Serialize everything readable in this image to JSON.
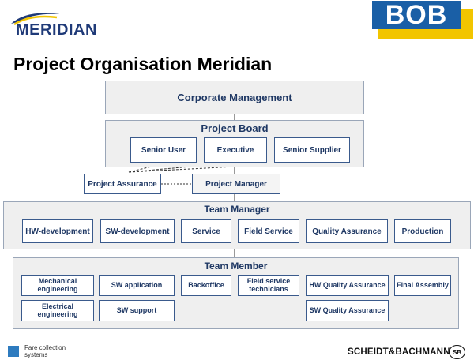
{
  "header": {
    "logo_text": "MERIDIAN",
    "badge_text": "BOB",
    "title": "Project Organisation Meridian"
  },
  "colors": {
    "box_border": "#3a5a8c",
    "box_text": "#1f3864",
    "panel_bg": "#efefef",
    "badge_blue": "#1a5fa6",
    "badge_yellow": "#f2c500",
    "footer_square": "#2e7bbf"
  },
  "org": {
    "corporate_management": "Corporate Management",
    "project_board": {
      "title": "Project Board",
      "members": [
        "Senior User",
        "Executive",
        "Senior Supplier"
      ]
    },
    "project_assurance": "Project Assurance",
    "project_manager": "Project Manager",
    "team_manager": {
      "title": "Team Manager",
      "members": [
        "HW-development",
        "SW-development",
        "Service",
        "Field Service",
        "Quality Assurance",
        "Production"
      ]
    },
    "team_member": {
      "title": "Team Member",
      "members": [
        "Mechanical engineering",
        "SW application",
        "Backoffice",
        "Field service technicians",
        "HW Quality Assurance",
        "Final Assembly",
        "Electrical engineering",
        "SW support",
        "SW Quality Assurance"
      ]
    }
  },
  "footer": {
    "line1": "Fare collection",
    "line2": "systems",
    "company": "SCHEIDT&BACHMANN",
    "company_mark": "SB"
  }
}
